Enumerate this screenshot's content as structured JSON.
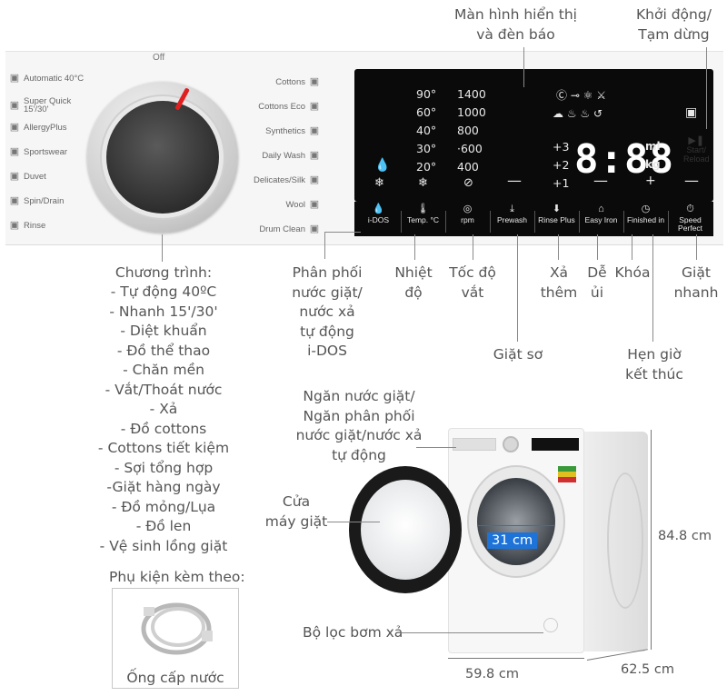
{
  "panel": {
    "off_label": "Off",
    "programs_left": [
      {
        "label": "Automatic 40°C",
        "icon": "auto-icon"
      },
      {
        "label": "Super Quick 15'/30'",
        "icon": "quick-icon"
      },
      {
        "label": "AllergyPlus",
        "icon": "allergy-icon"
      },
      {
        "label": "Sportswear",
        "icon": "sport-icon"
      },
      {
        "label": "Duvet",
        "icon": "duvet-icon"
      },
      {
        "label": "Spin/Drain",
        "icon": "spin-icon"
      },
      {
        "label": "Rinse",
        "icon": "rinse-icon"
      }
    ],
    "programs_right": [
      {
        "label": "Cottons",
        "icon": "cottons-icon"
      },
      {
        "label": "Cottons Eco",
        "icon": "eco-icon"
      },
      {
        "label": "Synthetics",
        "icon": "synthetics-icon"
      },
      {
        "label": "Daily Wash",
        "icon": "daily-icon"
      },
      {
        "label": "Delicates/Silk",
        "icon": "silk-icon"
      },
      {
        "label": "Wool",
        "icon": "wool-icon"
      },
      {
        "label": "Drum Clean",
        "icon": "drum-icon"
      }
    ],
    "temps": [
      "90°",
      "60°",
      "40°",
      "30°",
      "20°"
    ],
    "rpms": [
      "1400",
      "1000",
      "800",
      "·600",
      "400"
    ],
    "plus": [
      "+3",
      "+2",
      "+1"
    ],
    "seg_display": "8:88",
    "units": [
      "ml",
      "kg"
    ],
    "start_label": "Start/\nReload",
    "buttons": [
      {
        "label": "i-DOS",
        "icon": "drop-icon"
      },
      {
        "label": "Temp. °C",
        "icon": "thermo-icon"
      },
      {
        "label": "rpm",
        "icon": "spin-icon"
      },
      {
        "label": "Prewash",
        "icon": "prewash-icon"
      },
      {
        "label": "Rinse Plus",
        "icon": "rinse-plus-icon"
      },
      {
        "label": "Easy Iron",
        "icon": "iron-icon"
      },
      {
        "label": "Finished in",
        "icon": "clock-icon"
      },
      {
        "label": "Speed Perfect",
        "icon": "speed-icon"
      }
    ]
  },
  "annotations": {
    "display": "Màn hình hiển thị\nvà đèn báo",
    "start": "Khởi động/\nTạm dừng",
    "programs_title": "Chương trình:",
    "programs": [
      "- Tự động 40ºC",
      "- Nhanh 15'/30'",
      "- Diệt khuẩn",
      "- Đồ thể thao",
      "- Chăn mền",
      "- Vắt/Thoát nước",
      "- Xả",
      "- Đồ cottons",
      "- Cottons tiết kiệm",
      "- Sợi tổng hợp",
      "-Giặt hàng ngày",
      "- Đồ mỏng/Lụa",
      "- Đồ len",
      "- Vệ sinh lồng giặt"
    ],
    "idos": "Phân phối\nnước giặt/\nnước xả\ntự động\ni-DOS",
    "temp": "Nhiệt\nđộ",
    "rpm": "Tốc độ\nvắt",
    "prewash": "Giặt sơ",
    "rinse": "Xả\nthêm",
    "iron": "Dễ\nủi",
    "lock": "Khóa",
    "timer": "Hẹn giờ\nkết thúc",
    "speed": "Giặt\nnhanh",
    "drawer": "Ngăn nước giặt/\nNgăn phân phối\nnước giặt/nước xả\ntự động",
    "door": "Cửa\nmáy giặt",
    "filter": "Bộ lọc bơm xả",
    "accessory_title": "Phụ kiện kèm theo:",
    "hose": "Ống cấp nước"
  },
  "dimensions": {
    "door_width": "31 cm",
    "height": "84.8 cm",
    "width": "59.8 cm",
    "depth": "62.5 cm"
  }
}
